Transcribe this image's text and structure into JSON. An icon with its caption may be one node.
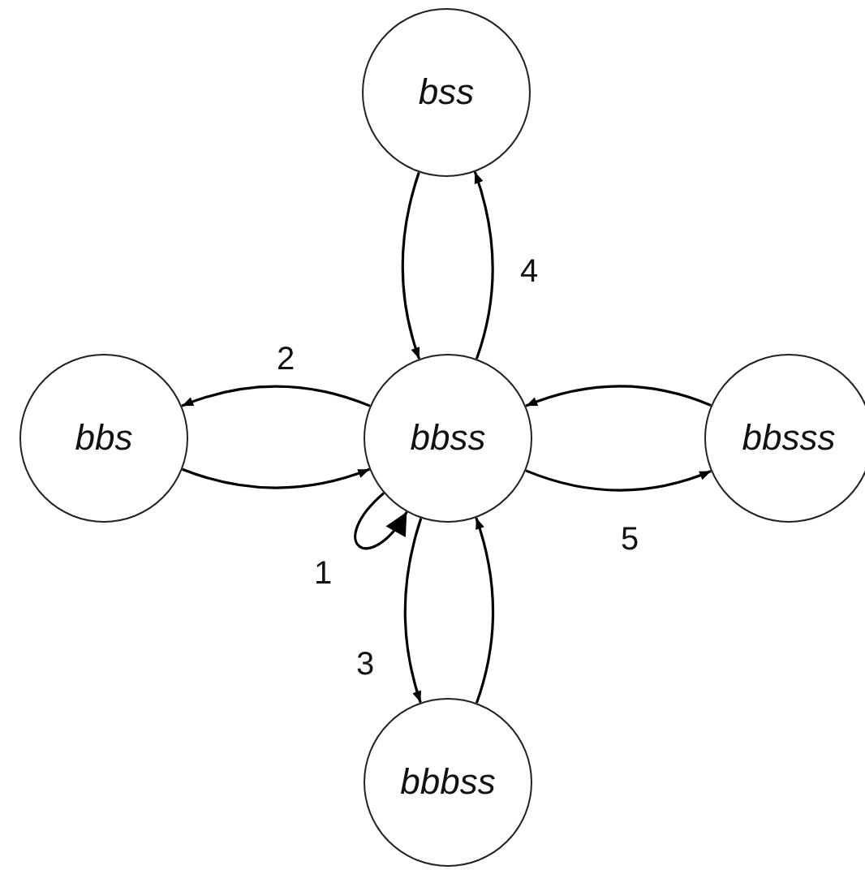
{
  "diagram": {
    "nodes": [
      {
        "text": [
          "bss"
        ]
      },
      {
        "text": [
          "bbs"
        ]
      },
      {
        "text": [
          "bbss"
        ]
      },
      {
        "text": [
          "bbsss"
        ]
      },
      {
        "text": [
          "bbbss"
        ]
      }
    ],
    "edges": [
      {
        "from": 0,
        "to": 2,
        "arrow": "to"
      },
      {
        "from": 2,
        "to": 0,
        "arrow": "to"
      },
      {
        "from": 2,
        "to": 1,
        "arrow": "to"
      },
      {
        "from": 1,
        "to": 2,
        "arrow": "to"
      },
      {
        "from": 3,
        "to": 2,
        "arrow": "to"
      },
      {
        "from": 2,
        "to": 3,
        "arrow": "to"
      },
      {
        "from": 2,
        "to": 2,
        "arrow": "to"
      },
      {
        "from": 2,
        "to": 4,
        "arrow": "to"
      },
      {
        "from": 4,
        "to": 2,
        "arrow": "to"
      }
    ],
    "labels": [
      "2",
      "4",
      "1",
      "5",
      "3"
    ]
  }
}
